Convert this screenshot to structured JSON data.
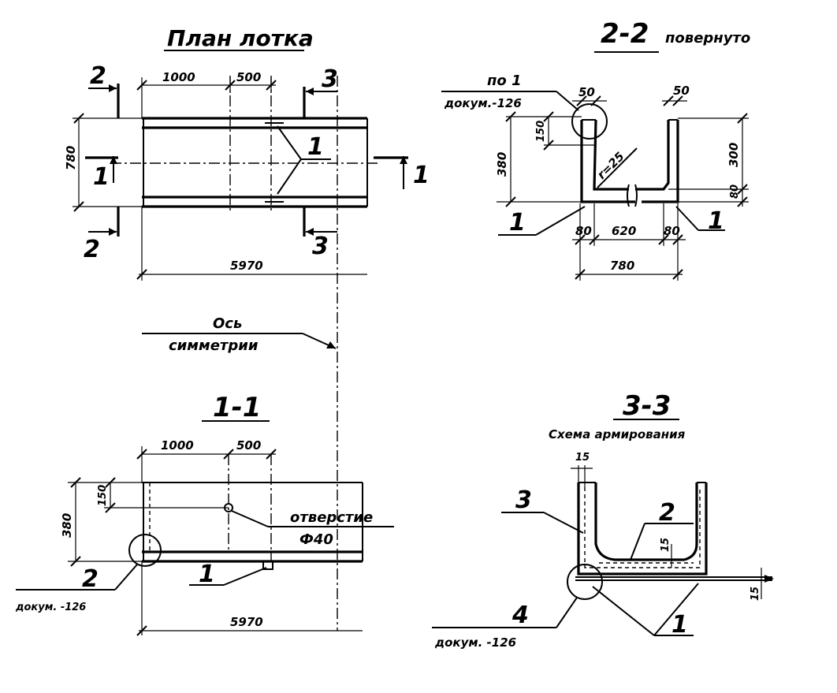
{
  "plan": {
    "title": "План лотка",
    "dim_1000": "1000",
    "dim_500": "500",
    "dim_780": "780",
    "dim_5970": "5970",
    "sec_2": "2",
    "sec_3": "3",
    "sec_1": "1",
    "callout_1": "1"
  },
  "axis": {
    "line1": "Ось",
    "line2": "симметрии"
  },
  "section11": {
    "title": "1-1",
    "dim_1000": "1000",
    "dim_500": "500",
    "dim_150": "150",
    "dim_380": "380",
    "dim_5970": "5970",
    "hole_line1": "отверстие",
    "hole_line2": "Ф40",
    "callout_2": "2",
    "ref_doc": "докум. -126",
    "callout_1": "1"
  },
  "section22": {
    "title": "2-2",
    "subtitle": "повернуто",
    "ref_line1": "по 1",
    "ref_line2": "докум.-126",
    "dim_50_left": "50",
    "dim_50_right": "50",
    "dim_150": "150",
    "dim_380": "380",
    "dim_300": "300",
    "dim_80_vert": "80",
    "radius": "r=25",
    "dim_80_left": "80",
    "dim_620": "620",
    "dim_80_right": "80",
    "dim_780": "780",
    "callout_1_left": "1",
    "callout_1_right": "1"
  },
  "section33": {
    "title": "3-3",
    "subtitle": "Схема армирования",
    "dim_15_top": "15",
    "dim_15_mid": "15",
    "dim_15_right": "15",
    "callout_3": "3",
    "callout_2": "2",
    "callout_4": "4",
    "ref_doc": "докум. -126",
    "callout_1": "1"
  }
}
